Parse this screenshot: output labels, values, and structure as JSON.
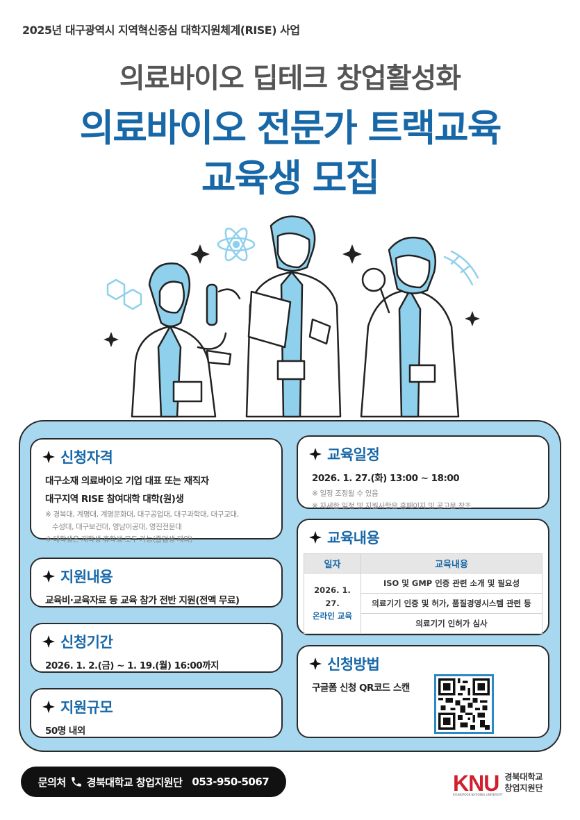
{
  "header": {
    "top_line": "2025년 대구광역시 지역혁신중심 대학지원체계(RISE) 사업",
    "title_1": "의료바이오 딥테크 창업활성화",
    "title_2": "의료바이오 전문가 트랙교육",
    "title_3": "교육생 모집"
  },
  "eligibility": {
    "title": "신청자격",
    "line_1": "대구소재 의료바이오 기업 대표 또는 재직자",
    "line_2": "대구지역 RISE 참여대학 대학(원)생",
    "note_1": "※ 경북대, 계명대, 계명문화대, 대구공업대, 대구과학대, 대구교대,",
    "note_2": "수성대, 대구보건대, 영남이공대, 영진전문대",
    "note_3": "※ 대학생은 재학생·휴학생 모두 가능(졸업생 제외)"
  },
  "support": {
    "title": "지원내용",
    "line_1": "교육비·교육자료 등 교육 참가 전반 지원(전액 무료)"
  },
  "period": {
    "title": "신청기간",
    "line_1": "2026. 1. 2.(금) ~ 1. 19.(월) 16:00까지"
  },
  "scale": {
    "title": "지원규모",
    "line_1": "50명 내외"
  },
  "schedule": {
    "title": "교육일정",
    "line_1": "2026. 1. 27.(화) 13:00 ~ 18:00",
    "note_1": "※ 일정 조정될 수 있음",
    "note_2": "※ 자세한 일정 및 지원사항은 홈페이지 및 공고문 참조"
  },
  "content": {
    "title": "교육내용",
    "headers": [
      "일자",
      "교육내용"
    ],
    "date": "2026. 1. 27.",
    "date_sub": "온라인 교육",
    "rows": [
      "ISO 및 GMP 인증 관련 소개 및 필요성",
      "의료기기 인증 및 허가, 품질경영시스템 관련 등",
      "의료기기 인허가 심사"
    ]
  },
  "method": {
    "title": "신청방법",
    "line_1": "구글폼 신청 QR코드 스캔"
  },
  "contact": {
    "label": "문의처",
    "org": "경북대학교 창업지원단",
    "phone": "053-950-5067"
  },
  "logo": {
    "mark": "KNU",
    "sub": "KYUNGPOOK NATIONAL UNIVERSITY",
    "name_1": "경북대학교",
    "name_2": "창업지원단"
  },
  "colors": {
    "primary": "#1868a8",
    "panel": "#a8d8ef",
    "accent_light": "#8fd0ec",
    "logo_red": "#d21f2d"
  }
}
